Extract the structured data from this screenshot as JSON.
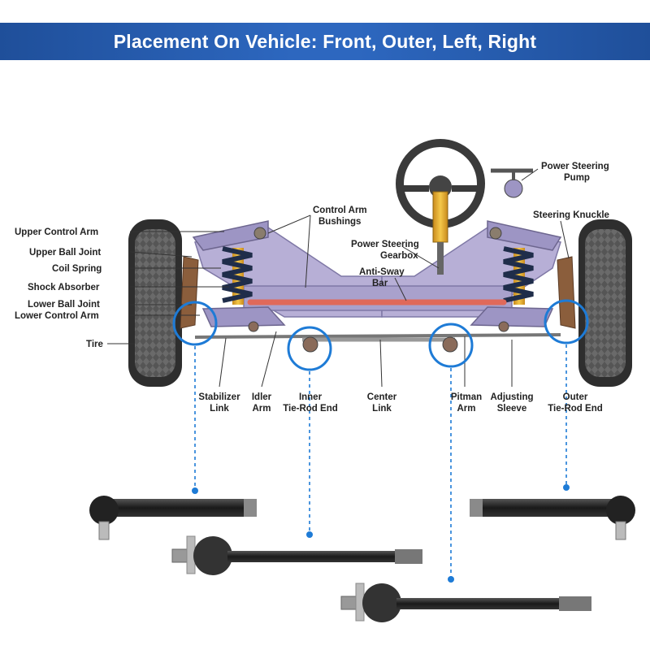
{
  "banner": {
    "title": "Placement On Vehicle: Front, Outer, Left, Right"
  },
  "colors": {
    "accent": "#1e7bd6",
    "banner": "#2d67bf",
    "frame": "#b7afd6",
    "sway_bar": "#e0695a"
  },
  "labels": {
    "upper_control_arm": "Upper Control Arm",
    "upper_ball_joint": "Upper Ball Joint",
    "coil_spring": "Coil Spring",
    "shock_absorber": "Shock Absorber",
    "lower_ball_joint": "Lower Ball Joint",
    "lower_control_arm": "Lower Control Arm",
    "tire": "Tire",
    "control_arm_bushings": [
      "Control Arm",
      "Bushings"
    ],
    "power_steering_gearbox": [
      "Power Steering",
      "Gearbox"
    ],
    "anti_sway_bar": [
      "Anti-Sway",
      "Bar"
    ],
    "power_steering_pump": [
      "Power Steering",
      "Pump"
    ],
    "steering_knuckle": "Steering Knuckle",
    "stabilizer_link": [
      "Stabilizer",
      "Link"
    ],
    "idler_arm": [
      "Idler",
      "Arm"
    ],
    "inner_tie_rod_end": [
      "Inner",
      "Tie-Rod End"
    ],
    "center_link": [
      "Center",
      "Link"
    ],
    "pitman_arm": [
      "Pitman",
      "Arm"
    ],
    "adjusting_sleeve": [
      "Adjusting",
      "Sleeve"
    ],
    "outer_tie_rod_end": [
      "Outer",
      "Tie-Rod End"
    ]
  }
}
